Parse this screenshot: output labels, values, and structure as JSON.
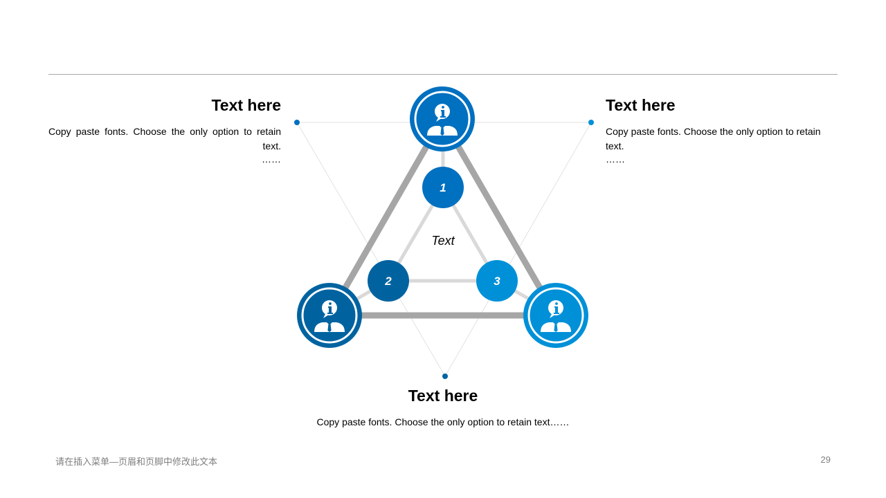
{
  "center_label": "Text",
  "steps": [
    {
      "number": "1",
      "color": "#0070c0"
    },
    {
      "number": "2",
      "color": "#0063a0"
    },
    {
      "number": "3",
      "color": "#0090d8"
    }
  ],
  "nodes": {
    "top_color": "#0070c0",
    "left_color": "#0063a0",
    "right_color": "#0090d8",
    "icon": "info-person-icon"
  },
  "blocks": {
    "left": {
      "title": "Text here",
      "body": "Copy paste fonts. Choose the only option to retain text.",
      "more": "……"
    },
    "right": {
      "title": "Text here",
      "body": "Copy paste fonts. Choose the only option to retain text.",
      "more": "……"
    },
    "bottom": {
      "title": "Text here",
      "body": "Copy paste fonts. Choose the only option to retain text……"
    }
  },
  "footer": {
    "text": "请在插入菜单—页眉和页脚中修改此文本",
    "page": "29"
  },
  "colors": {
    "frame_gray": "#a6a6a6",
    "inner_gray": "#d9d9d9",
    "dot_blue": "#0070c0"
  }
}
